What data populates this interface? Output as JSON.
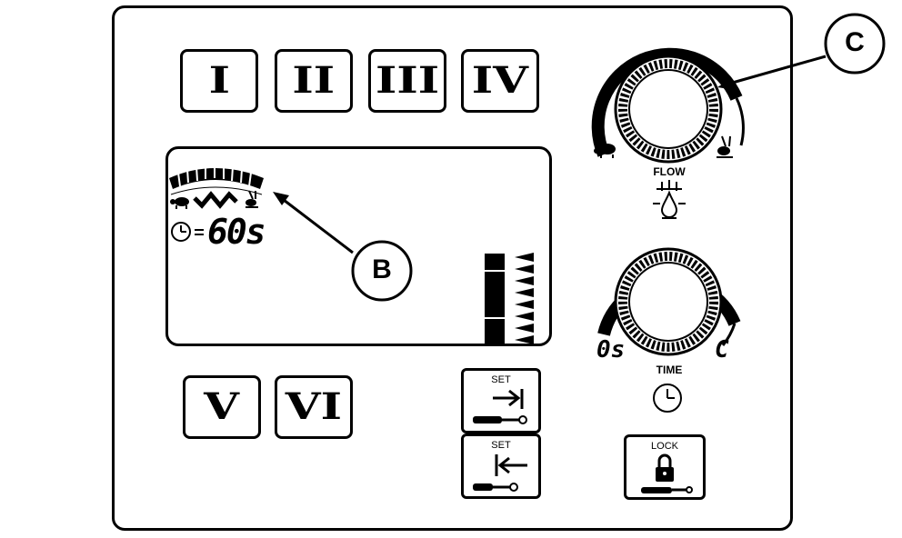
{
  "memory_buttons": [
    "I",
    "II",
    "III",
    "IV",
    "V",
    "VI"
  ],
  "display": {
    "timer_value": "60s"
  },
  "callouts": {
    "b": "B",
    "c": "C"
  },
  "flow_knob": {
    "label": "FLOW"
  },
  "time_knob": {
    "label": "TIME",
    "min_label": "0s",
    "max_label": "C"
  },
  "set_buttons": {
    "set_in_label": "SET",
    "set_out_label": "SET"
  },
  "lock_button": {
    "label": "LOCK"
  }
}
